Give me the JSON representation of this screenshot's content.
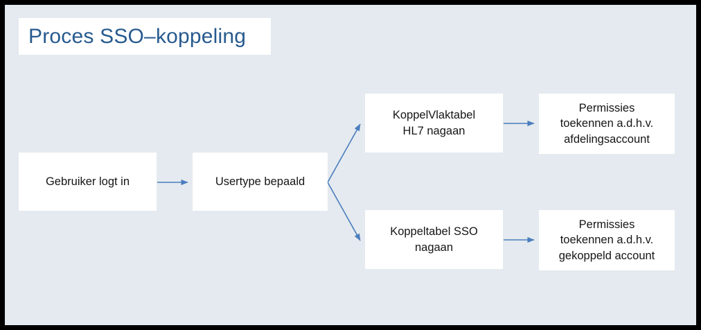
{
  "diagram": {
    "title": "Proces SSO–koppeling",
    "title_color": "#275a8e",
    "background_color": "#e4eaef",
    "frame_color": "#000000",
    "node_fill": "#ffffff",
    "node_text_color": "#151515",
    "arrow_color": "#4a7dbd",
    "type": "flowchart",
    "nodes": [
      {
        "id": "login",
        "label": "Gebruiker logt in"
      },
      {
        "id": "usertype",
        "label": "Usertype bepaald"
      },
      {
        "id": "hl7",
        "label": "KoppelVlaktabel\nHL7 nagaan"
      },
      {
        "id": "sso",
        "label": "Koppeltabel SSO\nnagaan"
      },
      {
        "id": "perm_afd",
        "label": "Permissies\ntoekennen a.d.h.v.\nafdelingsaccount"
      },
      {
        "id": "perm_gek",
        "label": "Permissies\ntoekennen a.d.h.v.\ngekoppeld account"
      }
    ],
    "edges": [
      {
        "from": "login",
        "to": "usertype"
      },
      {
        "from": "usertype",
        "to": "hl7"
      },
      {
        "from": "usertype",
        "to": "sso"
      },
      {
        "from": "hl7",
        "to": "perm_afd"
      },
      {
        "from": "sso",
        "to": "perm_gek"
      }
    ]
  }
}
